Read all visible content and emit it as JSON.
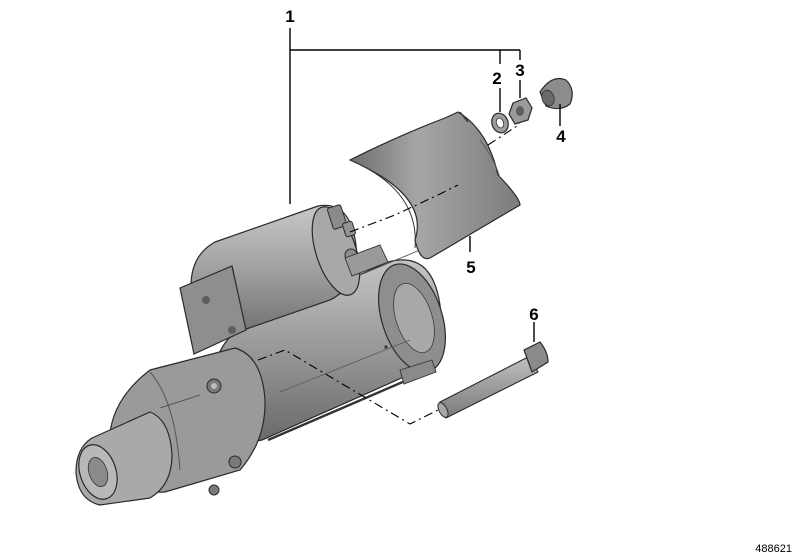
{
  "callouts": [
    "1",
    "2",
    "3",
    "4",
    "5",
    "6"
  ],
  "reference_number": "488621",
  "colors": {
    "part_fill": "#9a9a9a",
    "part_shadow": "#6e6e6e",
    "part_highlight": "#c6c6c6",
    "outline": "#2a2a2a",
    "leader": "#000000"
  }
}
